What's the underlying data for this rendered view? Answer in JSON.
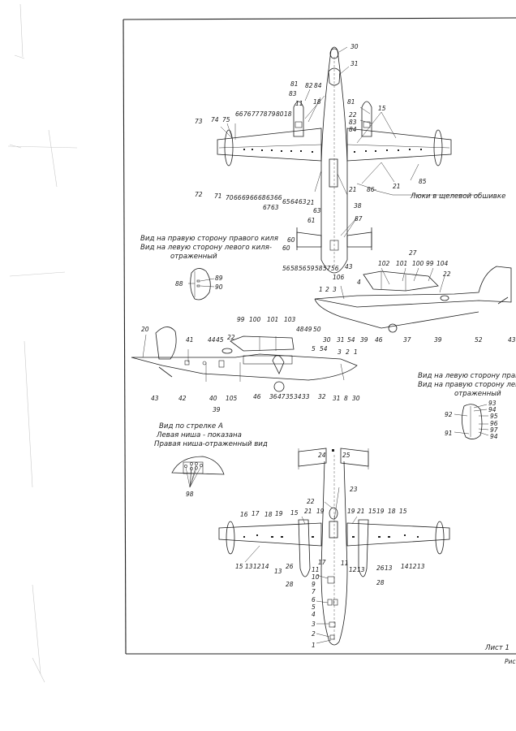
{
  "sheet": {
    "sheet_label": "Лист 1",
    "corner_fragment": "Рис"
  },
  "top_view": {
    "callouts_top": [
      "30",
      "31",
      "81",
      "83",
      "82",
      "84",
      "18",
      "11",
      "81",
      "15",
      "22",
      "83",
      "84"
    ],
    "callouts_left_row": [
      "73",
      "74",
      "75",
      "66",
      "76",
      "77",
      "78",
      "79",
      "80",
      "18"
    ],
    "callouts_bottom_row": [
      "72",
      "71",
      "70",
      "66",
      "69",
      "66",
      "68",
      "63",
      "66",
      "67",
      "63",
      "65",
      "64",
      "63",
      "21",
      "63",
      "38",
      "21",
      "86",
      "21",
      "85"
    ],
    "hatch_note": "Люки в щелевой обшивке",
    "tail_callouts": [
      "87",
      "60",
      "61",
      "60",
      "56",
      "58",
      "56",
      "59",
      "58",
      "57",
      "56",
      "43",
      "106"
    ]
  },
  "fin_right_view": {
    "caption_line1": "Вид на правую сторону правого киля",
    "caption_line2": "Вид на левую сторону левого киля-",
    "caption_line3": "отраженный",
    "callouts": [
      "88",
      "89",
      "90"
    ]
  },
  "side_view_right": {
    "callouts": [
      "102",
      "101",
      "27",
      "100",
      "99",
      "104",
      "22",
      "4",
      "1",
      "2",
      "3",
      "30",
      "31",
      "54",
      "39",
      "46",
      "37",
      "39",
      "52",
      "43"
    ]
  },
  "side_view_left": {
    "callouts": [
      "20",
      "41",
      "44",
      "45",
      "22",
      "99",
      "100",
      "101",
      "103",
      "48",
      "49",
      "50",
      "5",
      "54",
      "3",
      "2",
      "1",
      "43",
      "42",
      "40",
      "39",
      "105",
      "46",
      "36",
      "47",
      "35",
      "34",
      "33",
      "32",
      "31",
      "8",
      "30"
    ]
  },
  "fin_left_view": {
    "caption_line1": "Вид на левую сторону правого киля",
    "caption_line2": "Вид на правую сторону левого киля-",
    "caption_line3": "отраженный",
    "callouts": [
      "92",
      "91",
      "93",
      "94",
      "95",
      "96",
      "97",
      "94"
    ]
  },
  "arrow_a_view": {
    "caption_line1": "Вид по стрелке А",
    "caption_line2": "Левая ниша - показана",
    "caption_line3": "Правая ниша-отраженный вид",
    "callouts": [
      "98"
    ]
  },
  "bottom_view": {
    "callouts_tail": [
      "24",
      "25"
    ],
    "callouts_upper": [
      "22",
      "23",
      "16",
      "17",
      "18",
      "19",
      "15",
      "21",
      "19",
      "19",
      "21",
      "15",
      "19",
      "18",
      "15"
    ],
    "callouts_lower": [
      "15",
      "13",
      "12",
      "14",
      "13",
      "26",
      "11",
      "10",
      "17",
      "12",
      "13",
      "26",
      "13",
      "14",
      "12",
      "13",
      "28",
      "9",
      "7",
      "28",
      "6",
      "5",
      "4",
      "3",
      "2",
      "1",
      "11"
    ]
  }
}
